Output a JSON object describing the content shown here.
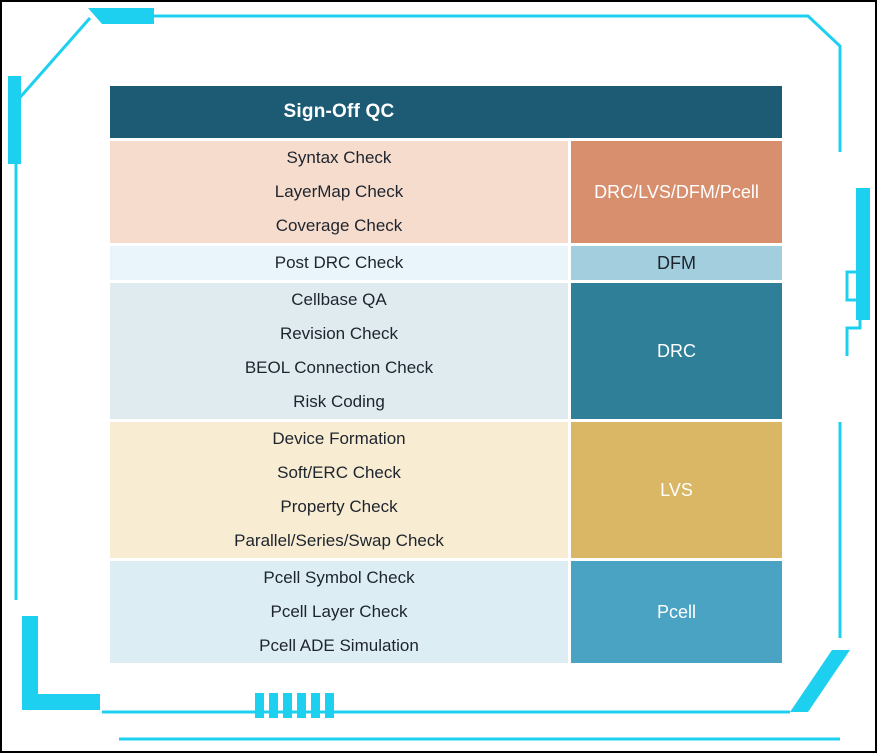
{
  "table": {
    "header": "Sign-Off QC",
    "groups": [
      {
        "rows": [
          "Syntax Check",
          "LayerMap Check",
          "Coverage Check"
        ],
        "label": "DRC/LVS/DFM/Pcell"
      },
      {
        "rows": [
          "Post DRC Check"
        ],
        "label": "DFM"
      },
      {
        "rows": [
          "Cellbase QA",
          "Revision Check",
          "BEOL Connection Check",
          "Risk Coding"
        ],
        "label": "DRC"
      },
      {
        "rows": [
          "Device Formation",
          "Soft/ERC Check",
          "Property Check",
          "Parallel/Series/Swap Check"
        ],
        "label": "LVS"
      },
      {
        "rows": [
          "Pcell Symbol Check",
          "Pcell Layer Check",
          "Pcell ADE Simulation"
        ],
        "label": "Pcell"
      }
    ]
  },
  "colors": {
    "header_bg": "#1D5B74",
    "header_text": "#FFFFFF",
    "row_text": "#1E242E",
    "accent_cyan": "#1ED0EF",
    "group_row_bgs": [
      "#F6DCCD",
      "#E9F5FA",
      "#E0EBF0",
      "#F8ECD2",
      "#DCEDF3"
    ],
    "group_label_bgs": [
      "#D78F6E",
      "#A3CEDE",
      "#307F99",
      "#D9B765",
      "#4AA3C2"
    ],
    "group_label_text": [
      "#FFFFFF",
      "#1E242E",
      "#FFFFFF",
      "#FFFFFF",
      "#FFFFFF"
    ]
  }
}
